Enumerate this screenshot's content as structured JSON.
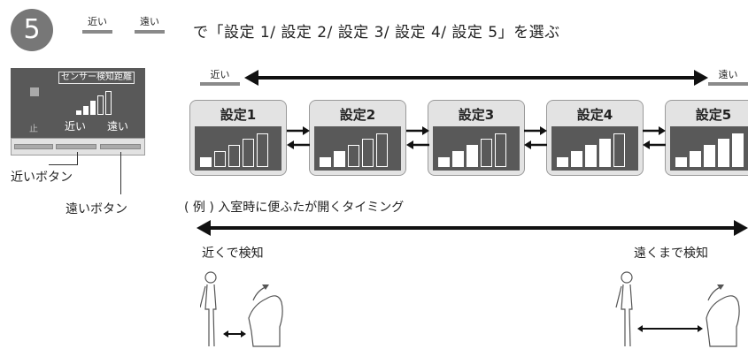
{
  "step": {
    "number": "5"
  },
  "header": {
    "near_button": "近い",
    "far_button": "遠い",
    "instruction": "で「設定 1/ 設定 2/ 設定 3/ 設定 4/ 設定 5」を選ぶ"
  },
  "remote": {
    "title": "センサー検知距離",
    "stop_label": "止",
    "near_label": "近い",
    "far_label": "遠い",
    "near_button_label": "近いボタン",
    "far_button_label": "遠いボタン"
  },
  "scale": {
    "near": "近い",
    "far": "遠い"
  },
  "settings": [
    {
      "label": "設定1",
      "filled": 1
    },
    {
      "label": "設定2",
      "filled": 2
    },
    {
      "label": "設定3",
      "filled": 3
    },
    {
      "label": "設定4",
      "filled": 4
    },
    {
      "label": "設定5",
      "filled": 5
    }
  ],
  "example": {
    "caption": "( 例 ) 入室時に便ふたが開くタイミング",
    "near_detect": "近くで検知",
    "far_detect": "遠くまで検知"
  },
  "colors": {
    "panel": "#595959",
    "box": "#e3e3e3",
    "accent_gray": "#777777"
  }
}
